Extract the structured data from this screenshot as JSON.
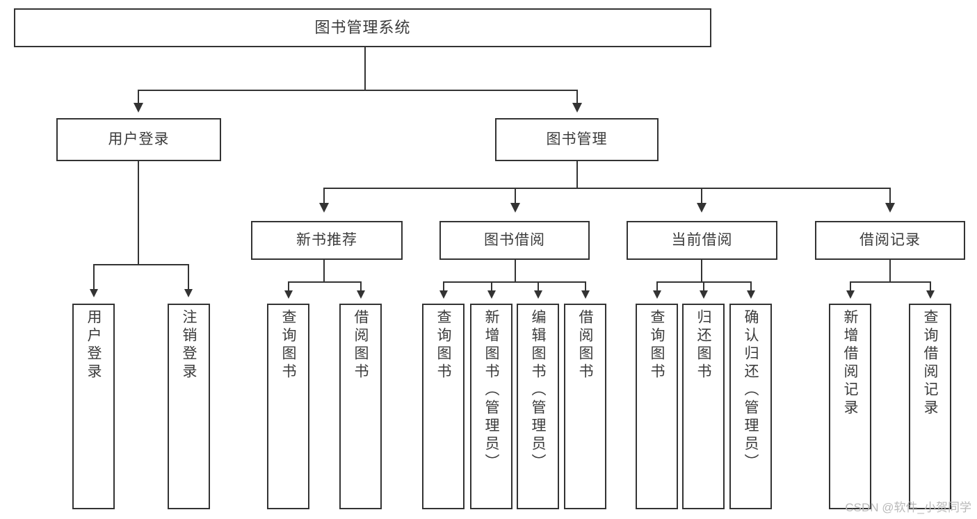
{
  "diagram": {
    "title": "图书管理系统",
    "type": "function-structure-tree",
    "root": {
      "label": "图书管理系统"
    },
    "level2": [
      {
        "label": "用户登录"
      },
      {
        "label": "图书管理"
      }
    ],
    "level3": [
      {
        "label": "新书推荐"
      },
      {
        "label": "图书借阅"
      },
      {
        "label": "当前借阅"
      },
      {
        "label": "借阅记录"
      }
    ],
    "leaves": {
      "user_login": [
        {
          "label": "用户登录"
        },
        {
          "label": "注销登录"
        }
      ],
      "new_book_recommend": [
        {
          "label": "查询图书"
        },
        {
          "label": "借阅图书"
        }
      ],
      "book_borrow": [
        {
          "label": "查询图书"
        },
        {
          "label": "新增图书（管理员）"
        },
        {
          "label": "编辑图书（管理员）"
        },
        {
          "label": "借阅图书"
        }
      ],
      "current_borrow": [
        {
          "label": "查询图书"
        },
        {
          "label": "归还图书"
        },
        {
          "label": "确认归还（管理员）"
        }
      ],
      "borrow_record": [
        {
          "label": "新增借阅记录"
        },
        {
          "label": "查询借阅记录"
        }
      ]
    }
  },
  "watermark": {
    "text": "CSDN @软件_小贺同学"
  },
  "colors": {
    "stroke": "#333333",
    "text": "#3b3b3b",
    "background": "#ffffff",
    "watermark": "#b9b9b9"
  }
}
